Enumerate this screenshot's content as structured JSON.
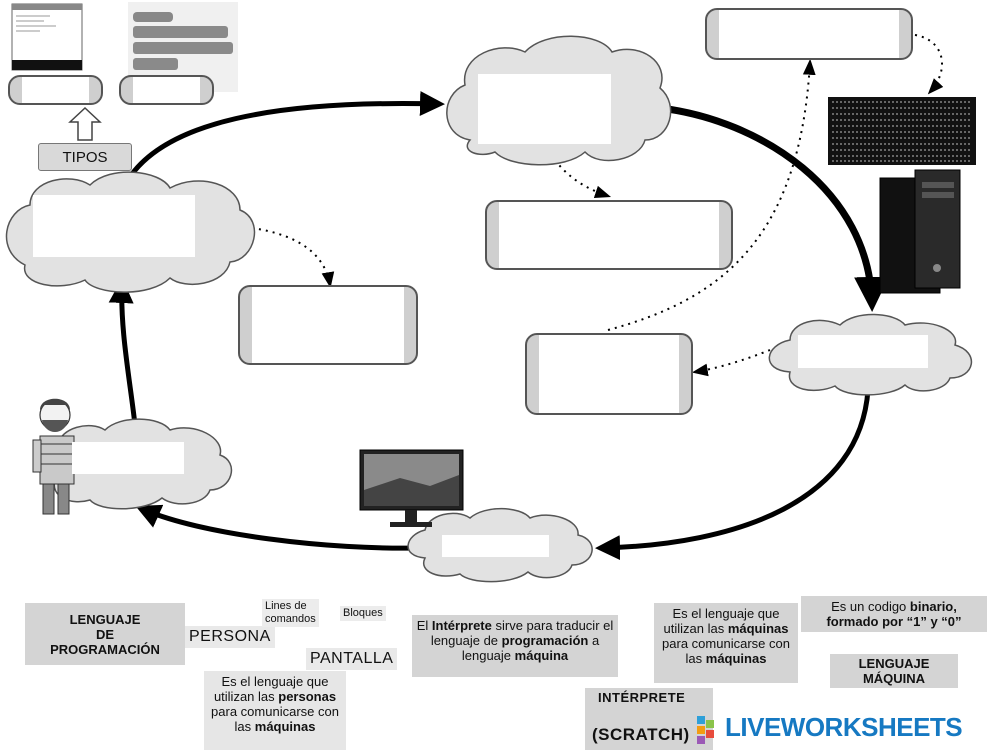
{
  "tipos_label": "TIPOS",
  "concept_labels": {
    "lenguaje_programacion": "LENGUAJE\nDE\nPROGRAMACIÓN",
    "persona": "PERSONA",
    "pantalla": "PANTALLA",
    "interprete": "INTÉRPRETE",
    "scratch": "(SCRATCH)",
    "lenguaje_maquina": "LENGUAJE\nMÁQUINA",
    "lines_comandos": "Lines de\ncomandos",
    "bloques": "Bloques"
  },
  "definitions": {
    "interprete_def": {
      "pre": "El ",
      "b1": "Intérprete",
      "mid": " sirve para traducir el lenguaje de ",
      "b2": "programación",
      "mid2": " a lenguaje ",
      "b3": "máquina"
    },
    "maquina_def": {
      "pre": "Es el lenguaje que utilizan las ",
      "b1": "máquinas",
      "mid": " para comunicarse con las ",
      "b2": "máquinas"
    },
    "binario_def": {
      "pre": "Es un codigo ",
      "b1": "binario,",
      "mid": " ",
      "b2": "formado por “1” y “0”"
    },
    "persona_def": {
      "pre": "Es el lenguaje que utilizan las ",
      "b1": "personas",
      "mid": " para comunicarse con las ",
      "b2": "máquinas"
    }
  },
  "brand": {
    "name": "LIVEWORKSHEETS",
    "color": "#1679c2"
  }
}
